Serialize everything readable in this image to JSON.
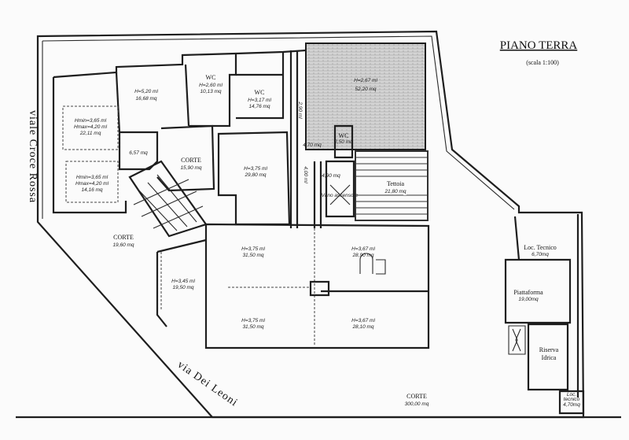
{
  "title": "PIANO TERRA",
  "scale": "(scala 1:100)",
  "streets": {
    "left": "viale Croce Rossa",
    "bottom": "via Dei Leoni"
  },
  "rooms": {
    "r1": {
      "h": "H=5,20 ml",
      "area": "16,68 mq"
    },
    "wc1": {
      "name": "WC",
      "h": "H=2,60 ml",
      "area": "10,13 mq"
    },
    "wc2": {
      "name": "WC",
      "h": "H=3,17 ml",
      "area": "14,76 mq"
    },
    "r2": {
      "hmin": "Hmin=3,65 ml",
      "hmax": "Hmax=4,20 ml",
      "area": "22,11 mq"
    },
    "r3": {
      "area": "6,57 mq"
    },
    "corte1": {
      "name": "CORTE",
      "area": "15,90 mq"
    },
    "r4": {
      "h": "H=3,75 ml",
      "area": "29,80 mq"
    },
    "r5": {
      "hmin": "Hmin=3,65 ml",
      "hmax": "Hmax=4,20 ml",
      "area": "14,16 mq"
    },
    "hall": {
      "h": "H=2,67 ml",
      "area": "52,20 mq"
    },
    "wc3": {
      "name": "WC",
      "area": "2,50 mq"
    },
    "r6": {
      "area": "4,70 mq"
    },
    "corr1": {
      "len": "2,90 ml"
    },
    "corr2": {
      "len": "4,00 ml"
    },
    "r7": {
      "area": "4,90 mq"
    },
    "tettoia": {
      "name": "Tettoia",
      "area": "21,80 mq"
    },
    "lift": {
      "name": "Vano ascensore"
    },
    "corte2": {
      "name": "CORTE",
      "area": "19,60 mq"
    },
    "r8": {
      "h": "H=3,45 ml",
      "area": "19,50 mq"
    },
    "r9": {
      "h": "H=3,75 ml",
      "area": "31,50 mq"
    },
    "r10": {
      "h": "H=3,67 ml",
      "area": "28,90 mq"
    },
    "r11": {
      "h": "H=3,75 ml",
      "area": "31,50 mq"
    },
    "r12": {
      "h": "H=3,67 ml",
      "area": "28,10 mq"
    },
    "corte3": {
      "name": "CORTE",
      "area": "300,00 mq"
    },
    "loc1": {
      "name": "Loc. Tecnico",
      "area": "6,70mq"
    },
    "piatt": {
      "name": "Piattaforma",
      "area": "19,00mq"
    },
    "riserva": {
      "name1": "Riserva",
      "name2": "Idrica"
    },
    "loc2": {
      "name1": "Loc.",
      "name2": "tecnico",
      "area": "4,70mq"
    }
  }
}
